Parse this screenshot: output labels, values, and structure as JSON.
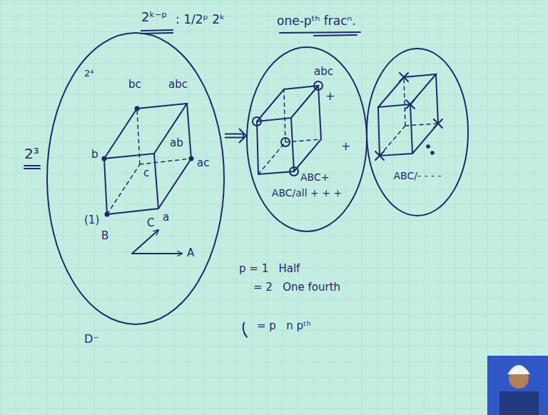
{
  "diagram": {
    "nodes": [
      {
        "text": [
          "bc",
          "abc",
          "b",
          "ab",
          "ac",
          "c",
          "(1)",
          "a",
          "B",
          "C",
          "A"
        ]
      },
      {
        "text": [
          "abc",
          "+",
          "ABC+",
          "ABC/all + + +"
        ]
      },
      {
        "text": [
          "ABC/- - - -"
        ]
      }
    ],
    "edges": [
      {
        "from": 0,
        "to": 1,
        "arrow": "to"
      }
    ],
    "labels": [
      "2ᵏ⁻ᵖ",
      ": 1/2ᵖ 2ᵏ",
      "one-pᵗʰ fracⁿ.",
      "2³",
      "2⁴",
      "+",
      "p = 1   Half",
      "= 2   One fourth",
      "= p   n pᵗʰ",
      "D⁻"
    ]
  }
}
